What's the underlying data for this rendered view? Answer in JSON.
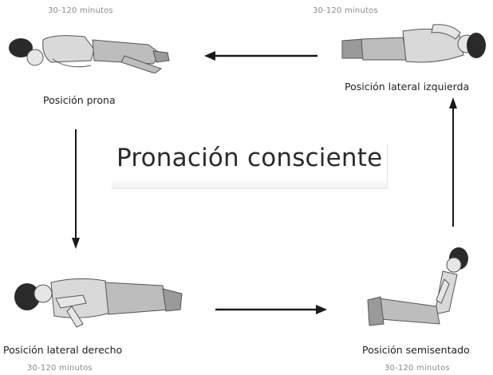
{
  "title": "Pronación consciente",
  "positions": [
    {
      "label": "Posición prona",
      "duration": "30-120 minutos"
    },
    {
      "label": "Posición lateral izquierda",
      "duration": "30-120 minutos"
    },
    {
      "label": "Posición semisentado",
      "duration": "30-120 minutos"
    },
    {
      "label": "Posición lateral derecho",
      "duration": "30-120 minutos"
    }
  ],
  "colors": {
    "hair": "#2a2a2a",
    "body": "#d9d9d9",
    "outline": "#555555",
    "arrow": "#1a1a1a"
  },
  "icons": [
    "prone-person-icon",
    "left-lateral-person-icon",
    "semi-seated-person-icon",
    "right-lateral-person-icon"
  ]
}
